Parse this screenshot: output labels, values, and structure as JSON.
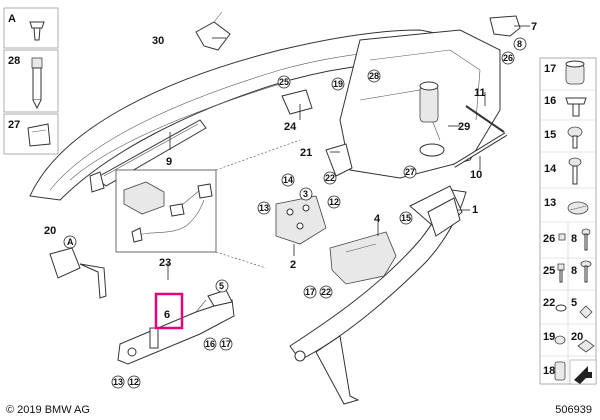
{
  "callouts": {
    "c1": "1",
    "c2": "2",
    "c3": "3",
    "c4": "4",
    "c5": "5",
    "c6": "6",
    "c7": "7",
    "c8": "8",
    "c9": "9",
    "c10": "10",
    "c11": "11",
    "c12": "12",
    "c13": "13",
    "c14": "14",
    "c15": "15",
    "c16": "16",
    "c17": "17",
    "c19": "19",
    "c20": "20",
    "c21": "21",
    "c22": "22",
    "c23": "23",
    "c24": "24",
    "c25": "25",
    "c26": "26",
    "c27": "27",
    "c28": "28",
    "c29": "29",
    "c30": "30",
    "cA": "A"
  },
  "sidebar_left": {
    "a": "A",
    "b": "28",
    "c": "27"
  },
  "sidebar_right": {
    "r17": "17",
    "r16": "16",
    "r15": "15",
    "r14": "14",
    "r13": "13",
    "r26": "26",
    "r8": "8",
    "r25": "25",
    "r8b": "8",
    "r22": "22",
    "r5": "5",
    "r19": "19",
    "r20": "20",
    "r18": "18"
  },
  "footer": {
    "copyright": "© 2019 BMW AG",
    "image_id": "506939"
  },
  "highlight_color": "#e6007e"
}
